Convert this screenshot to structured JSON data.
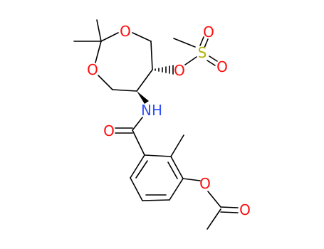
{
  "molecule": {
    "atoms": {
      "o_ring_top": {
        "symbol": "O",
        "color": "#ff0d0d"
      },
      "o_ring_left": {
        "symbol": "O",
        "color": "#ff0d0d"
      },
      "o_ester_ms": {
        "symbol": "O",
        "color": "#ff0d0d"
      },
      "s_mesyl": {
        "symbol": "S",
        "color": "#b2b200"
      },
      "o_s_top": {
        "symbol": "O",
        "color": "#ff0d0d"
      },
      "o_s_right": {
        "symbol": "O",
        "color": "#ff0d0d"
      },
      "n_amide": {
        "symbol": "NH",
        "color": "#3050f8"
      },
      "o_amide": {
        "symbol": "O",
        "color": "#ff0d0d"
      },
      "o_acetoxy": {
        "symbol": "O",
        "color": "#ff0d0d"
      },
      "o_acetyl": {
        "symbol": "O",
        "color": "#ff0d0d"
      }
    },
    "bond_color": "#000000"
  }
}
